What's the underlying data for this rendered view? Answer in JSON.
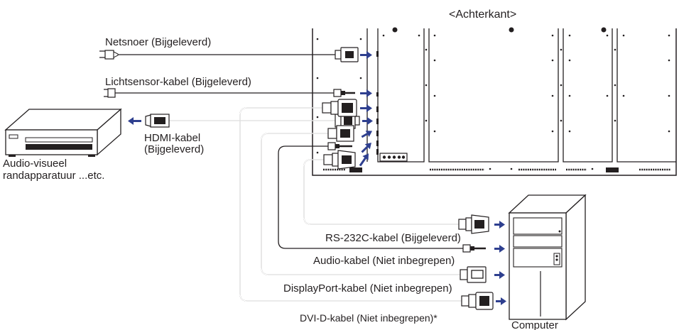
{
  "title": "<Achterkant>",
  "labels": {
    "power": "Netsnoer (Bijgeleverd)",
    "light": "Lichtsensor-kabel (Bijgeleverd)",
    "hdmi1": "HDMI-kabel",
    "hdmi2": "(Bijgeleverd)",
    "av1": "Audio-visueel",
    "av2": "randapparatuur ...etc.",
    "rs232": "RS-232C-kabel (Bijgeleverd)",
    "audio": "Audio-kabel (Niet inbegrepen)",
    "dp": "DisplayPort-kabel (Niet inbegrepen)",
    "dvi": "DVI-D-kabel (Niet inbegrepen)*",
    "computer": "Computer"
  },
  "colors": {
    "arrow": "#2e3f8f",
    "line": "#231f20"
  }
}
